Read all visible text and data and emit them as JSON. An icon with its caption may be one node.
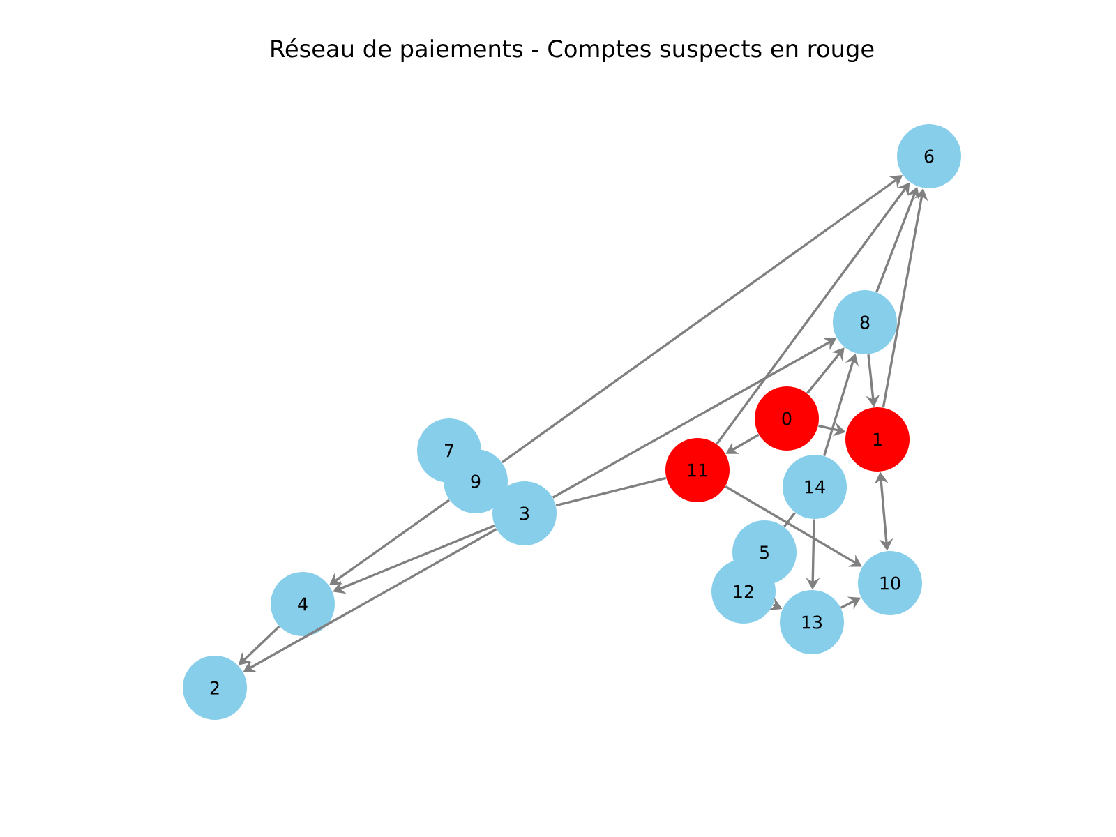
{
  "diagram": {
    "title": "Réseau de paiements - Comptes suspects en rouge",
    "nodes": [
      {
        "text": [
          "0"
        ]
      },
      {
        "text": [
          "1"
        ]
      },
      {
        "text": [
          "2"
        ]
      },
      {
        "text": [
          "3"
        ]
      },
      {
        "text": [
          "4"
        ]
      },
      {
        "text": [
          "5"
        ]
      },
      {
        "text": [
          "6"
        ]
      },
      {
        "text": [
          "7"
        ]
      },
      {
        "text": [
          "8"
        ]
      },
      {
        "text": [
          "9"
        ]
      },
      {
        "text": [
          "10"
        ]
      },
      {
        "text": [
          "11"
        ]
      },
      {
        "text": [
          "12"
        ]
      },
      {
        "text": [
          "13"
        ]
      },
      {
        "text": [
          "14"
        ]
      }
    ],
    "edges": [
      {
        "from": 9,
        "to": 6,
        "arrow": "to"
      },
      {
        "from": 11,
        "to": 6,
        "arrow": "to"
      },
      {
        "from": 8,
        "to": 6,
        "arrow": "to"
      },
      {
        "from": 1,
        "to": 6,
        "arrow": "to"
      },
      {
        "from": 3,
        "to": 8,
        "arrow": "to"
      },
      {
        "from": 0,
        "to": 8,
        "arrow": "to"
      },
      {
        "from": 14,
        "to": 8,
        "arrow": "to"
      },
      {
        "from": 8,
        "to": 1,
        "arrow": "to"
      },
      {
        "from": 0,
        "to": 1,
        "arrow": "to"
      },
      {
        "from": 0,
        "to": 11,
        "arrow": "to"
      },
      {
        "from": 1,
        "to": 10,
        "arrow": "both"
      },
      {
        "from": 11,
        "to": 10,
        "arrow": "to"
      },
      {
        "from": 14,
        "to": 13,
        "arrow": "to"
      },
      {
        "from": 5,
        "to": 14,
        "arrow": "none"
      },
      {
        "from": 12,
        "to": 13,
        "arrow": "to"
      },
      {
        "from": 13,
        "to": 10,
        "arrow": "to"
      },
      {
        "from": 3,
        "to": 4,
        "arrow": "to"
      },
      {
        "from": 9,
        "to": 4,
        "arrow": "to"
      },
      {
        "from": 4,
        "to": 2,
        "arrow": "to"
      },
      {
        "from": 3,
        "to": 2,
        "arrow": "to"
      },
      {
        "from": 11,
        "to": 3,
        "arrow": "none"
      }
    ]
  }
}
